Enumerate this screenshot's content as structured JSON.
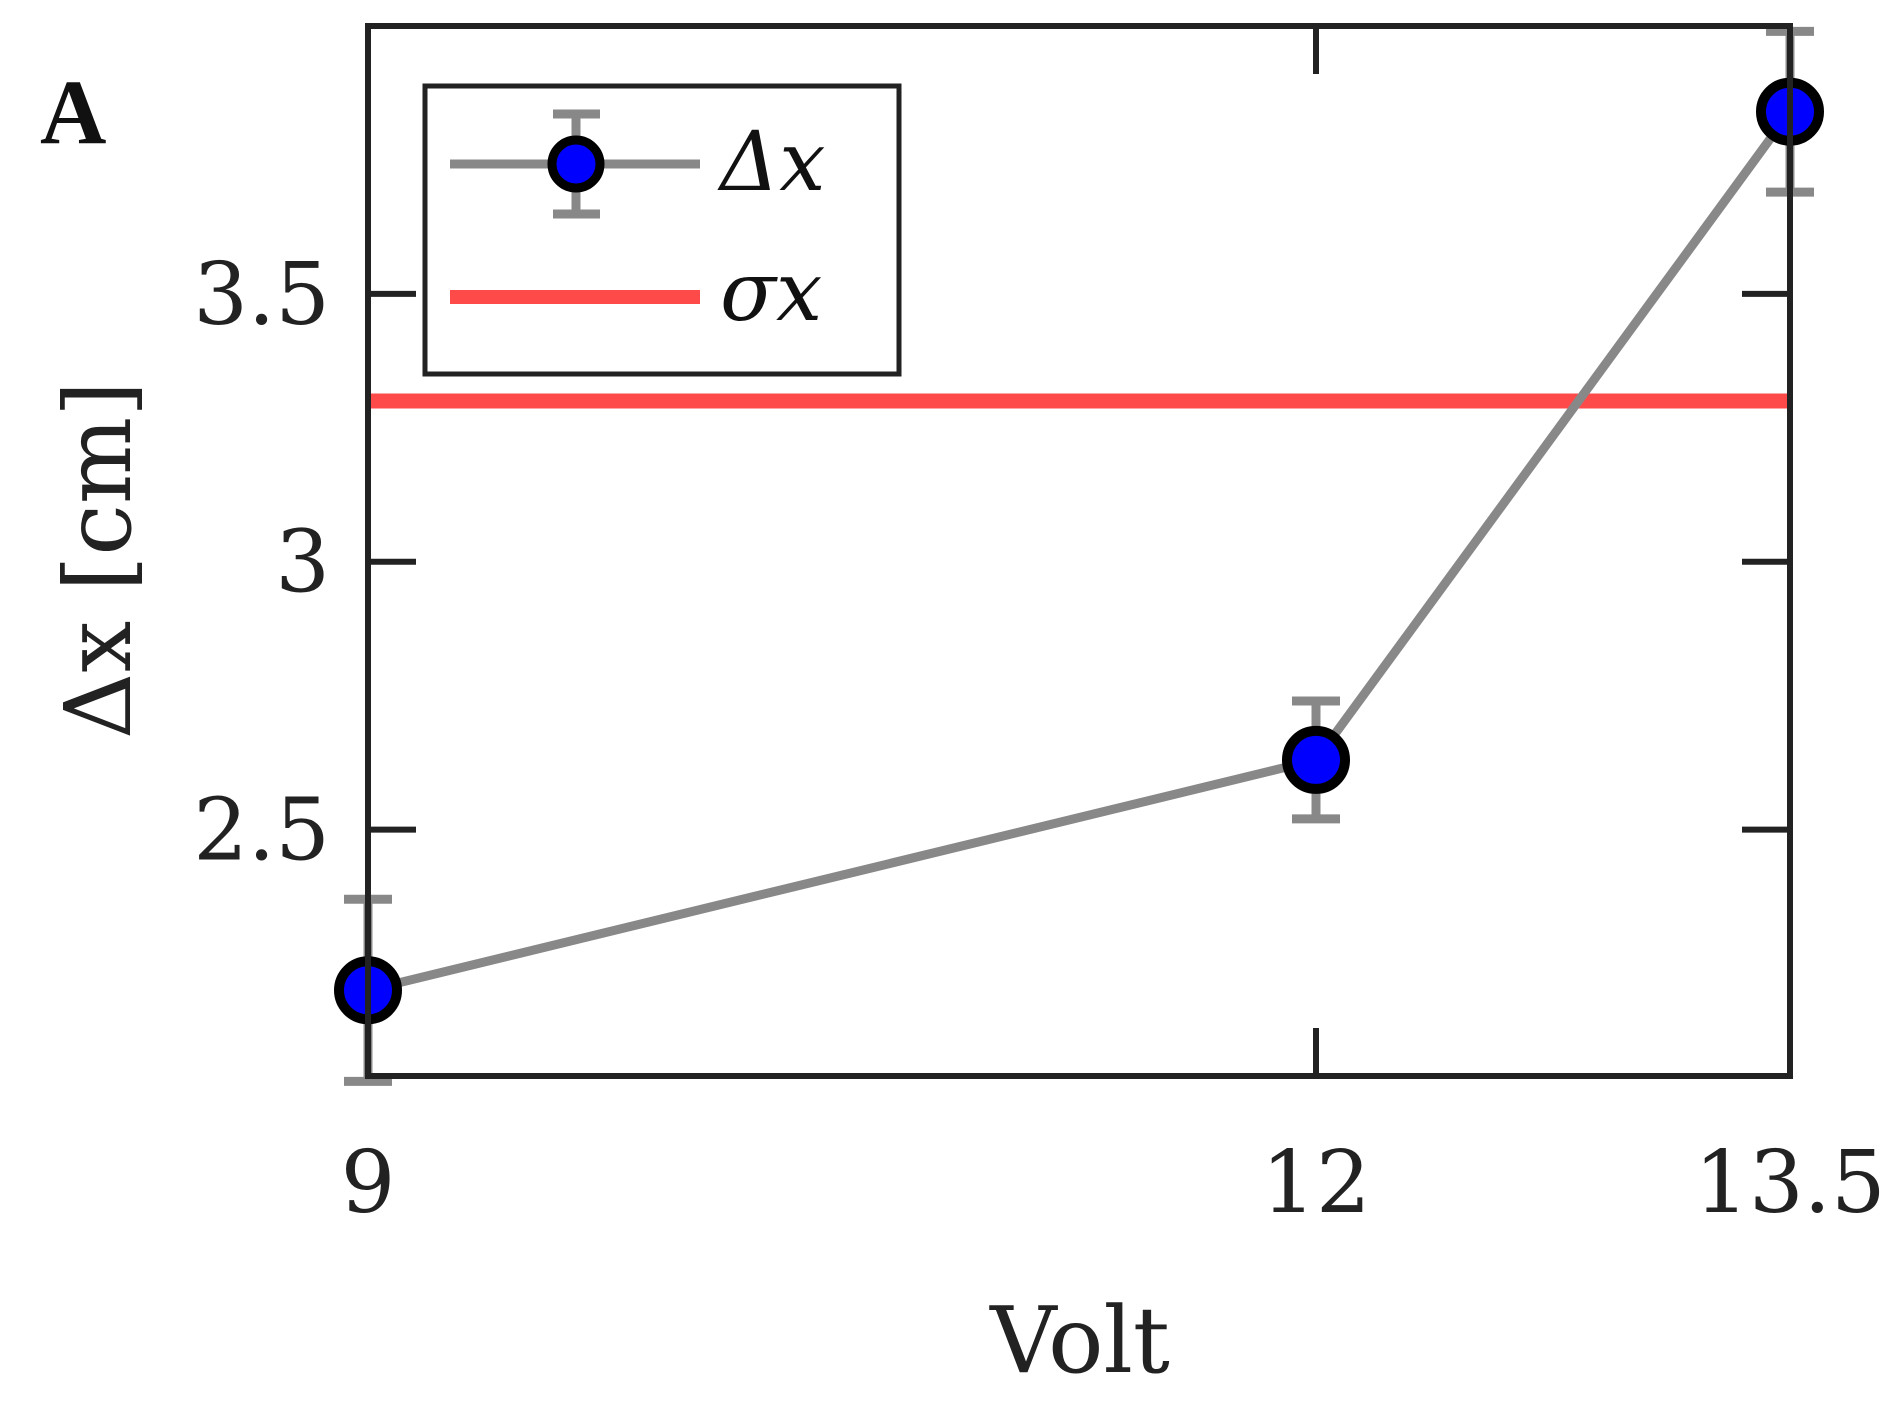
{
  "chart_data": {
    "type": "line",
    "panel_label": "A",
    "xlabel": "Volt",
    "ylabel": "Δx [cm]",
    "x_ticks": [
      "9",
      "12",
      "13.5"
    ],
    "y_ticks": [
      "2.5",
      "3",
      "3.5"
    ],
    "xlim": [
      9,
      13.5
    ],
    "ylim": [
      2.04,
      4.0
    ],
    "series": [
      {
        "name": "Δx",
        "x": [
          9,
          12,
          13.5
        ],
        "y": [
          2.2,
          2.63,
          3.84
        ],
        "err": [
          0.17,
          0.11,
          0.15
        ],
        "line_color": "#888888",
        "marker_color": "#0000ff",
        "marker_edge": "#000000"
      },
      {
        "name": "σx",
        "y_const": 3.3,
        "line_color": "#ff4a4a"
      }
    ],
    "legend": {
      "position": "top-left",
      "entries": [
        {
          "label": "Δx"
        },
        {
          "label": "σx"
        }
      ]
    },
    "grid": false
  }
}
